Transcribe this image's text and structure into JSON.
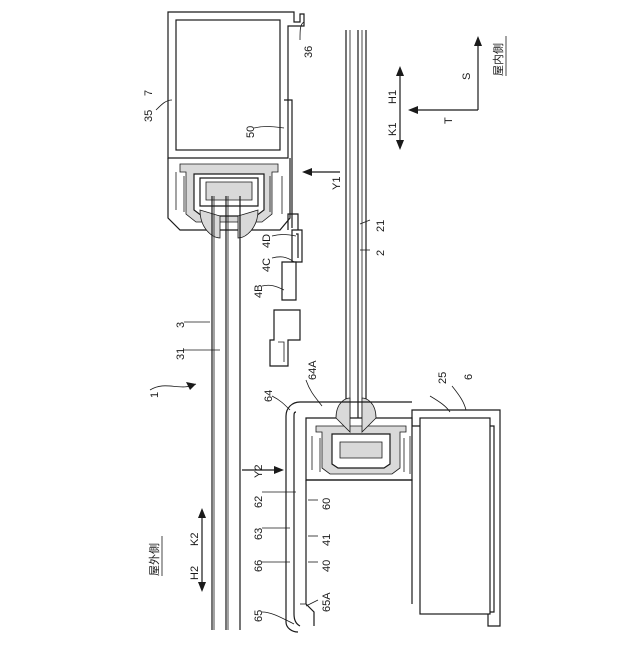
{
  "labels": {
    "n36": "36",
    "n35": "35",
    "n7": "7",
    "n50": "50",
    "Y1": "Y1",
    "n4D": "4D",
    "n4C": "4C",
    "n4B": "4B",
    "n3": "3",
    "n31": "31",
    "n1": "1",
    "n64A": "64A",
    "n64": "64",
    "Y2": "Y2",
    "n62": "62",
    "n60": "60",
    "n63": "63",
    "n41": "41",
    "n66": "66",
    "n40": "40",
    "n65A": "65A",
    "n65": "65",
    "H1": "H1",
    "K1": "K1",
    "T": "T",
    "S": "S",
    "n21": "21",
    "n2": "2",
    "n25": "25",
    "n6": "6",
    "K2": "K2",
    "H2": "H2",
    "indoor": "屋内側",
    "outdoor": "屋外側"
  }
}
